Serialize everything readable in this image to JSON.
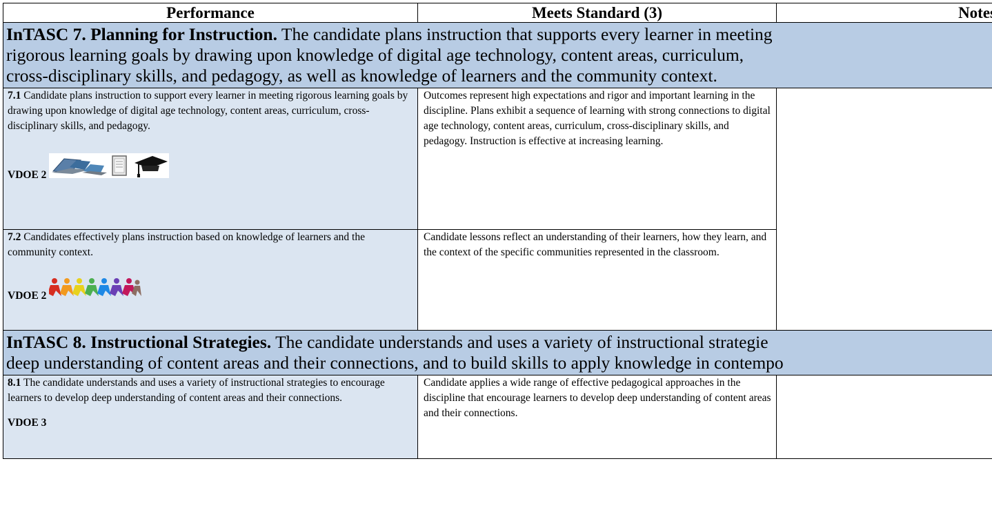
{
  "header": {
    "performance": "Performance",
    "meets": "Meets Standard (3)",
    "notes": "Notes"
  },
  "intasc7": {
    "title": "InTASC 7. Planning for Instruction.",
    "line1": " The candidate plans instruction that supports every learner in meeting",
    "line2": "rigorous learning goals by drawing upon knowledge of digital age technology, content areas, curriculum,",
    "line3": "cross-disciplinary skills, and pedagogy, as well as knowledge of learners and the community context."
  },
  "row71": {
    "num": "7.1",
    "text": " Candidate plans instruction to support every learner in meeting rigorous learning goals by drawing upon knowledge of digital age technology, content areas, curriculum, cross-disciplinary skills, and pedagogy.",
    "vdoe": "VDOE 2",
    "meets": "Outcomes represent high expectations and rigor and important learning in the discipline. Plans exhibit a sequence of learning with strong connections to digital age technology, content areas, curriculum, cross-disciplinary skills, and pedagogy. Instruction is effective at increasing learning.",
    "icons": [
      "laptop-icon",
      "tablet-icon",
      "graduation-cap-icon"
    ]
  },
  "row72": {
    "num": "7.2",
    "text": " Candidates effectively plans instruction based on knowledge of learners and the community context.",
    "vdoe": "VDOE 2",
    "meets": "Candidate lessons reflect an understanding of their learners, how they learn, and the context of the specific communities represented in the classroom.",
    "icons": [
      "diverse-people-icon"
    ]
  },
  "intasc8": {
    "title": "InTASC 8. Instructional Strategies.",
    "line1": " The candidate understands and uses a variety of instructional strategie",
    "line2": "deep understanding of content areas and their connections, and to build skills to apply knowledge in contempo"
  },
  "row81": {
    "num": "8.1",
    "text": " The candidate understands and uses a variety of instructional strategies to encourage learners to develop deep understanding of content areas and their connections.",
    "vdoe": "VDOE 3",
    "meets": "Candidate applies a wide range of effective pedagogical approaches in the discipline that encourage learners to develop deep understanding of content areas and their connections."
  },
  "colors": {
    "banner": "#b8cce4",
    "perf_cell": "#dbe5f1"
  }
}
